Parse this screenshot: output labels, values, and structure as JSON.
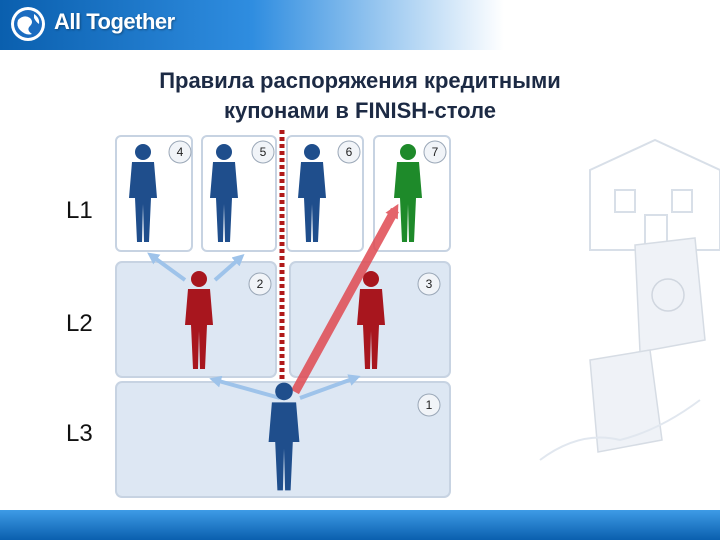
{
  "brand": {
    "logo_text": "All Together"
  },
  "title": {
    "line1": "Правила распоряжения кредитными",
    "line2": "купонами в FINISH-столе"
  },
  "levels": [
    "L1",
    "L2",
    "L3"
  ],
  "slots": [
    "1",
    "2",
    "3",
    "4",
    "5",
    "6",
    "7"
  ],
  "colors": {
    "blue": "#1f4e8c",
    "red": "#a8161e",
    "green": "#1e8a2a",
    "panel": "#dde7f3",
    "divider": "#b01a1a"
  }
}
